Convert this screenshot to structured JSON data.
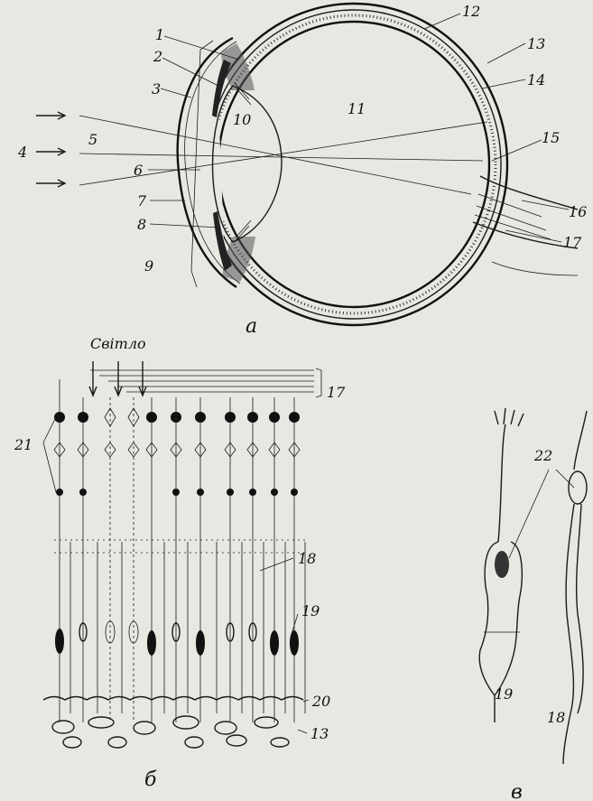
{
  "panels": {
    "a": "а",
    "b": "б",
    "c": "в"
  },
  "light_caption": "Світло",
  "labels": {
    "1": "1",
    "2": "2",
    "3": "3",
    "4": "4",
    "5": "5",
    "6": "6",
    "7": "7",
    "8": "8",
    "9": "9",
    "10": "10",
    "11": "11",
    "12": "12",
    "13": "13",
    "14": "14",
    "15": "15",
    "16": "16",
    "17": "17",
    "18": "18",
    "19": "19",
    "20": "20",
    "21": "21",
    "22": "22"
  },
  "colors": {
    "ink": "#1a1a1a",
    "paper": "#e9e7e2"
  }
}
